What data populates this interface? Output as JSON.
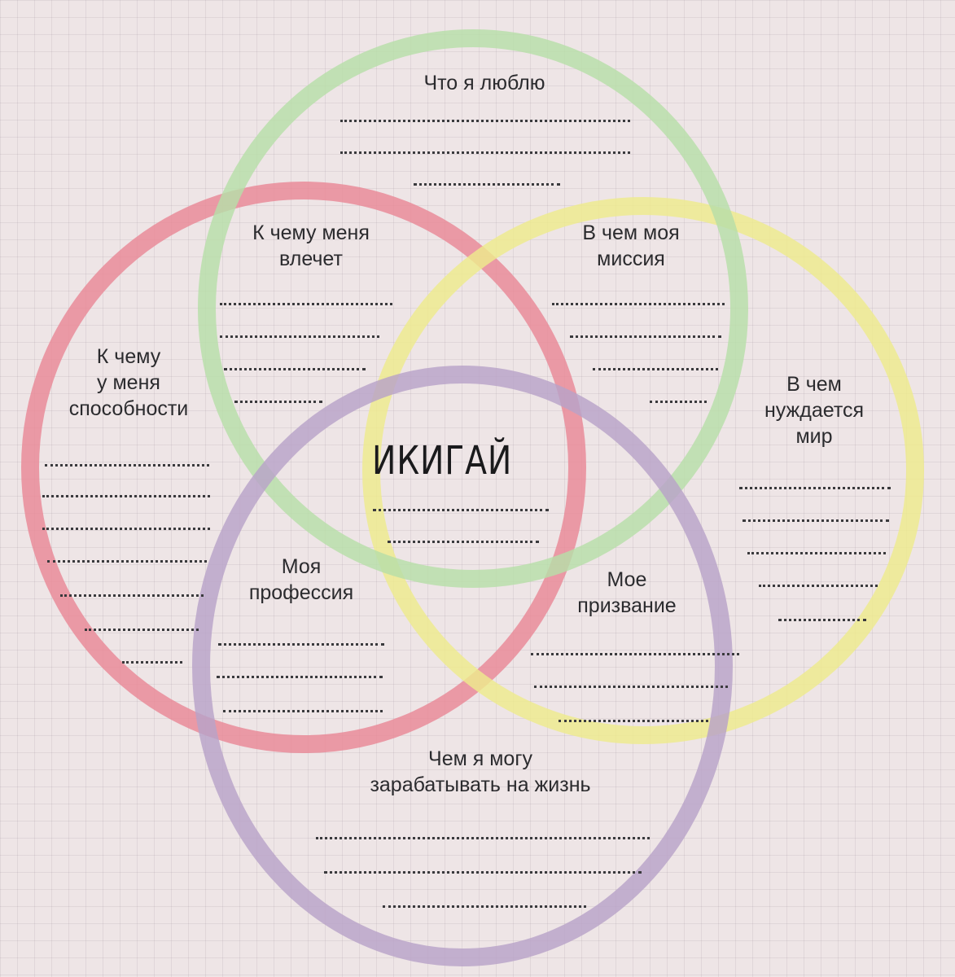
{
  "diagram": {
    "title": "ИКИГАЙ",
    "colors": {
      "love": "#b7dea8",
      "good_at": "#e98796",
      "world_needs": "#eeea8c",
      "paid_for": "#b8a2c8",
      "text": "#2b2b2e",
      "background": "#eee5e6"
    },
    "circles": [
      {
        "id": "love",
        "label": "Что я люблю"
      },
      {
        "id": "good_at",
        "label": "К чему у меня способности"
      },
      {
        "id": "world_needs",
        "label": "В чем нуждается мир"
      },
      {
        "id": "paid_for",
        "label": "Чем я могу зарабатывать на жизнь"
      }
    ],
    "labels": {
      "love": "Что я люблю",
      "passion": "К чему меня\nвлечет",
      "mission": "В чем моя\nмиссия",
      "good_at": "К чему\nу меня\nспособности",
      "world_needs": "В чем\nнуждается\nмир",
      "profession": "Моя\nпрофессия",
      "vocation": "Мое\nпризвание",
      "paid_for": "Чем я могу\nзарабатывать на жизнь"
    }
  }
}
